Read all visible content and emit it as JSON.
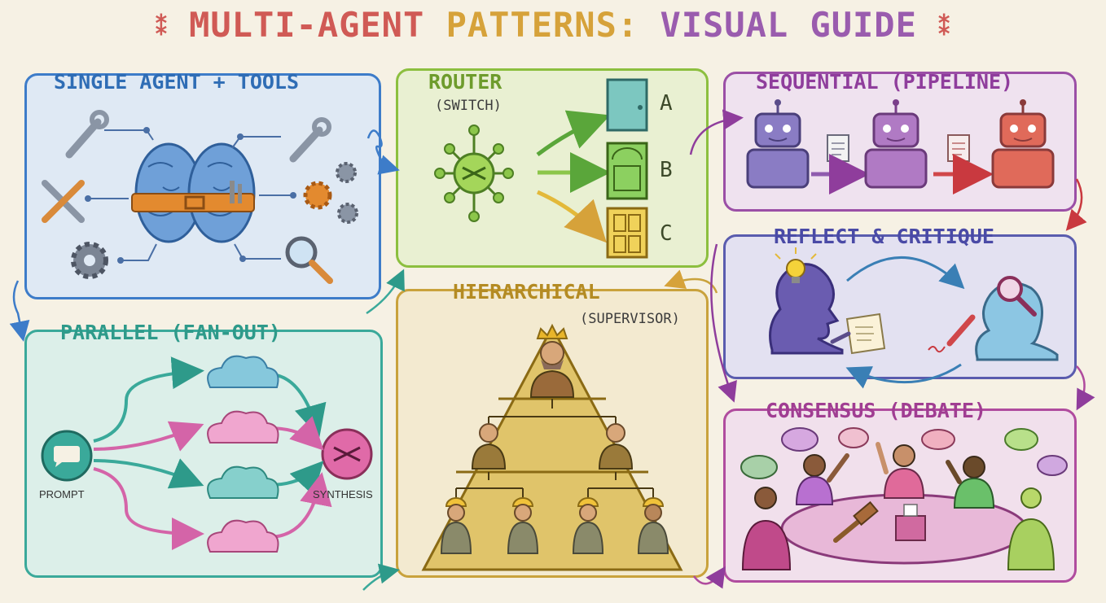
{
  "header": {
    "title_part1": "MULTI-AGENT",
    "title_part2": "PATTERNS:",
    "title_part3": "VISUAL GUIDE"
  },
  "panels": {
    "single_agent": {
      "title": "SINGLE AGENT + TOOLS",
      "color": "#3d7cc9",
      "fill": "#dfe9f4"
    },
    "router": {
      "title": "ROUTER",
      "subtitle": "(SWITCH)",
      "doors": [
        "A",
        "B",
        "C"
      ],
      "color": "#8cbf3f",
      "fill": "#e9f0d2"
    },
    "sequential": {
      "title": "SEQUENTIAL (PIPELINE)",
      "color": "#9b4fa6",
      "fill": "#efe2ef"
    },
    "reflect": {
      "title": "REFLECT & CRITIQUE",
      "color": "#5a5cae",
      "fill": "#e3e1f1"
    },
    "parallel": {
      "title": "PARALLEL (FAN-OUT)",
      "input_label": "PROMPT",
      "output_label": "SYNTHESIS",
      "color": "#3aa99a",
      "fill": "#dcefe9"
    },
    "hierarchical": {
      "title": "HIERARCHICAL",
      "subtitle": "(SUPERVISOR)",
      "color": "#c9a23c",
      "fill": "#f3ead0"
    },
    "consensus": {
      "title": "CONSENSUS (DEBATE)",
      "color": "#b04c9e",
      "fill": "#f1e0ec"
    }
  }
}
